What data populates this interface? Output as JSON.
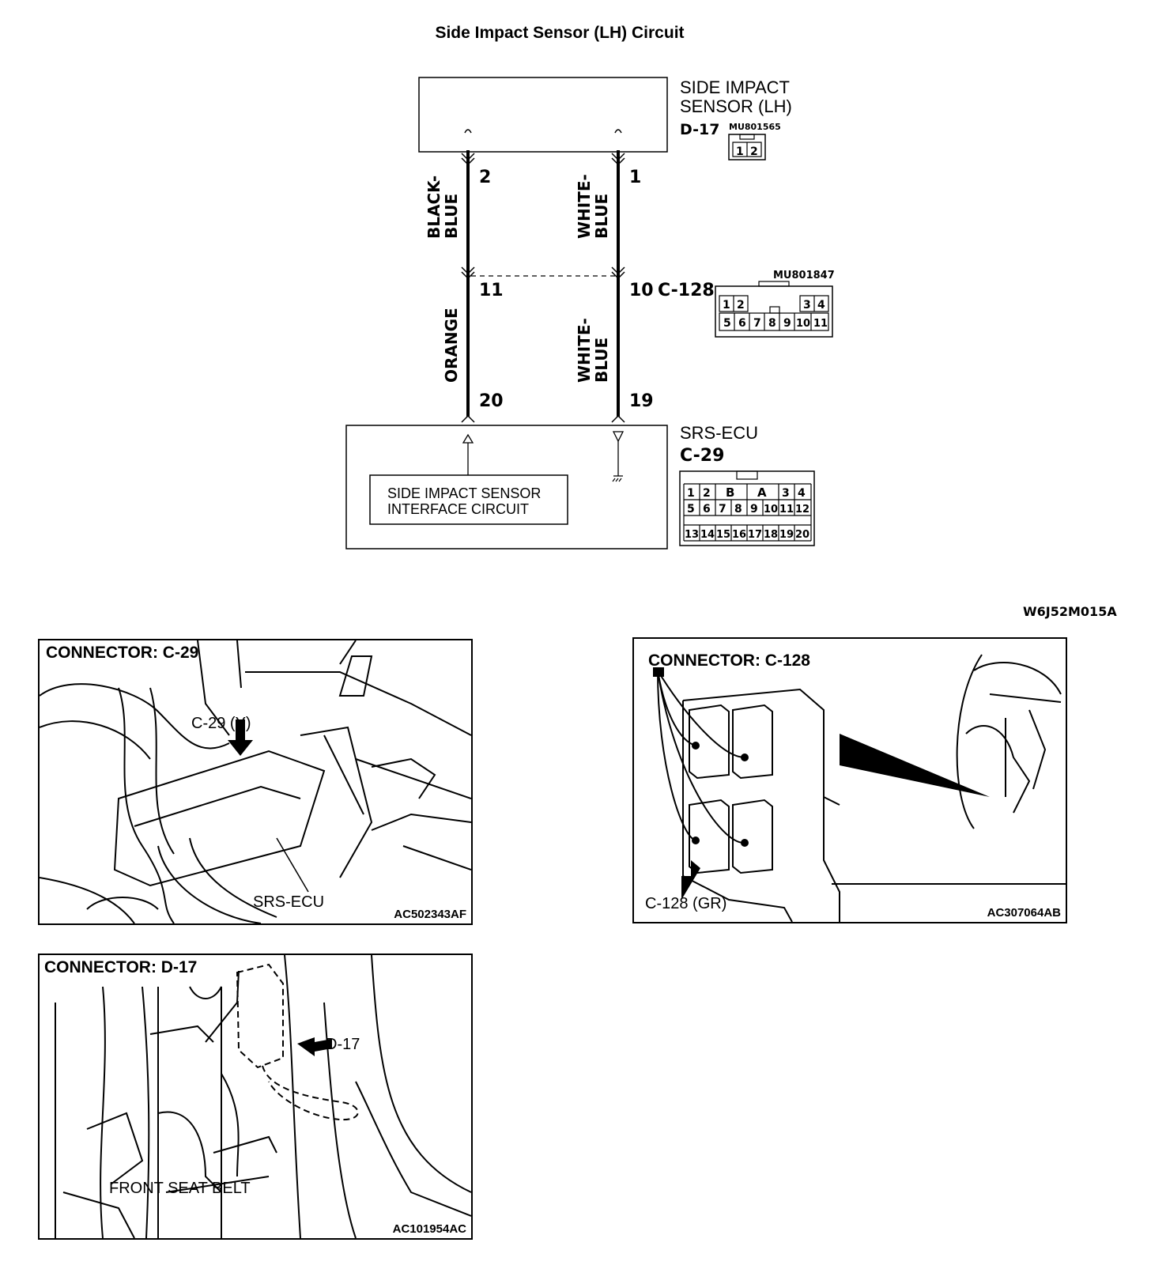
{
  "title": "Side Impact Sensor (LH) Circuit",
  "diagram_code": "W6J52M015A",
  "sensor": {
    "name_line1": "SIDE IMPACT",
    "name_line2": "SENSOR (LH)",
    "connector": "D-17",
    "part_no": "MU801565",
    "pins": [
      "1",
      "2"
    ]
  },
  "wires": {
    "upper_left_color_1": "BLACK-",
    "upper_left_color_2": "BLUE",
    "upper_right_color_1": "WHITE-",
    "upper_right_color_2": "BLUE",
    "lower_left_color": "ORANGE",
    "lower_right_color_1": "WHITE-",
    "lower_right_color_2": "BLUE",
    "pin_sensor_left": "2",
    "pin_sensor_right": "1",
    "pin_joint_left": "11",
    "pin_joint_right": "10",
    "pin_ecu_left": "20",
    "pin_ecu_right": "19"
  },
  "joint_connector": {
    "name": "C-128",
    "part_no": "MU801847",
    "pins_top": [
      "1",
      "2",
      "3",
      "4"
    ],
    "pins_bottom": [
      "5",
      "6",
      "7",
      "8",
      "9",
      "10",
      "11"
    ]
  },
  "ecu": {
    "name": "SRS-ECU",
    "connector": "C-29",
    "interface_line1": "SIDE IMPACT SENSOR",
    "interface_line2": "INTERFACE CIRCUIT",
    "pins_row1": [
      "1",
      "2",
      "B",
      "A",
      "3",
      "4"
    ],
    "pins_row2": [
      "5",
      "6",
      "7",
      "8",
      "9",
      "10",
      "11",
      "12"
    ],
    "pins_row3": [
      "13",
      "14",
      "15",
      "16",
      "17",
      "18",
      "19",
      "20"
    ]
  },
  "photos": {
    "c29": {
      "title": "CONNECTOR: C-29",
      "callout": "C-29 (Y)",
      "component": "SRS-ECU",
      "code": "AC502343AF"
    },
    "c128": {
      "title": "CONNECTOR: C-128",
      "callout": "C-128 (GR)",
      "code": "AC307064AB"
    },
    "d17": {
      "title": "CONNECTOR: D-17",
      "callout": "D-17",
      "component": "FRONT SEAT BELT",
      "code": "AC101954AC"
    }
  }
}
